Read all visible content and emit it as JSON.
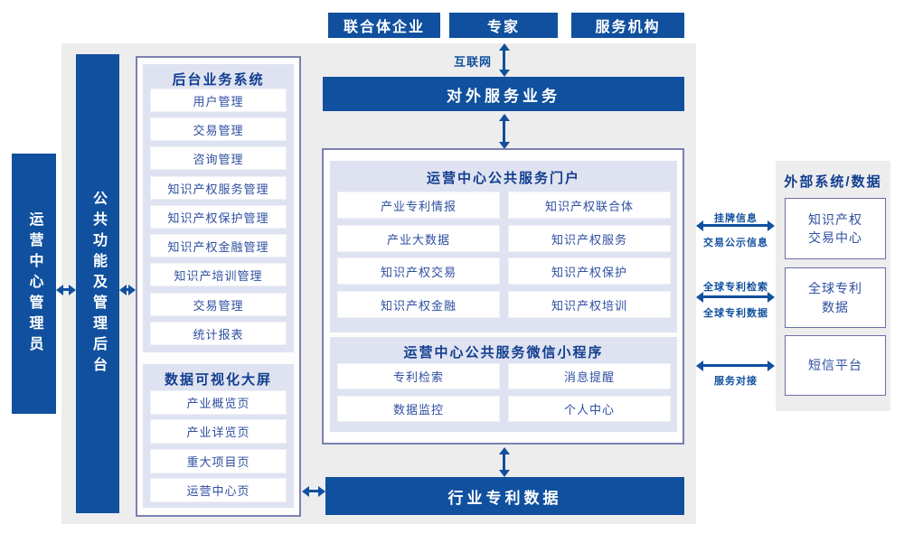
{
  "colors": {
    "primary_blue": "#10509E",
    "panel_lavender": "#dfe3f1",
    "background_gray": "#ededee",
    "border_slate": "#7b80af",
    "title_navy": "#123E8F",
    "item_text": "#2E4FA0"
  },
  "actors": {
    "items": [
      {
        "label": "联合体企业"
      },
      {
        "label": "专家"
      },
      {
        "label": "服务机构"
      }
    ]
  },
  "internet": {
    "label": "互联网"
  },
  "external_service": {
    "label": "对外服务业务"
  },
  "admin_bar": {
    "label": "运营中心管理员"
  },
  "backend_bar": {
    "label": "公共功能及管理后台"
  },
  "backend_system": {
    "title": "后台业务系统",
    "items": [
      "用户管理",
      "交易管理",
      "咨询管理",
      "知识产权服务管理",
      "知识产权保护管理",
      "知识产权金融管理",
      "知识产培训管理",
      "交易管理",
      "统计报表"
    ]
  },
  "dashboard": {
    "title": "数据可视化大屏",
    "items": [
      "产业概览页",
      "产业详览页",
      "重大项目页",
      "运营中心页"
    ]
  },
  "portal": {
    "title": "运营中心公共服务门户",
    "items": [
      "产业专利情报",
      "知识产权联合体",
      "产业大数据",
      "知识产权服务",
      "知识产权交易",
      "知识产权保护",
      "知识产权金融",
      "知识产权培训"
    ]
  },
  "miniprogram": {
    "title": "运营中心公共服务微信小程序",
    "items": [
      "专利检索",
      "消息提醒",
      "数据监控",
      "个人中心"
    ]
  },
  "industry_data": {
    "label": "行业专利数据"
  },
  "external_systems": {
    "title": "外部系统/数据",
    "boxes": [
      {
        "lines": [
          "知识产权",
          "交易中心"
        ]
      },
      {
        "lines": [
          "全球专利",
          "数据"
        ]
      },
      {
        "lines": [
          "短信平台"
        ]
      }
    ]
  },
  "links": {
    "listing_top": "挂牌信息",
    "listing_bottom": "交易公示信息",
    "patent_top": "全球专利检索",
    "patent_bottom": "全球专利数据",
    "service": "服务对接"
  }
}
